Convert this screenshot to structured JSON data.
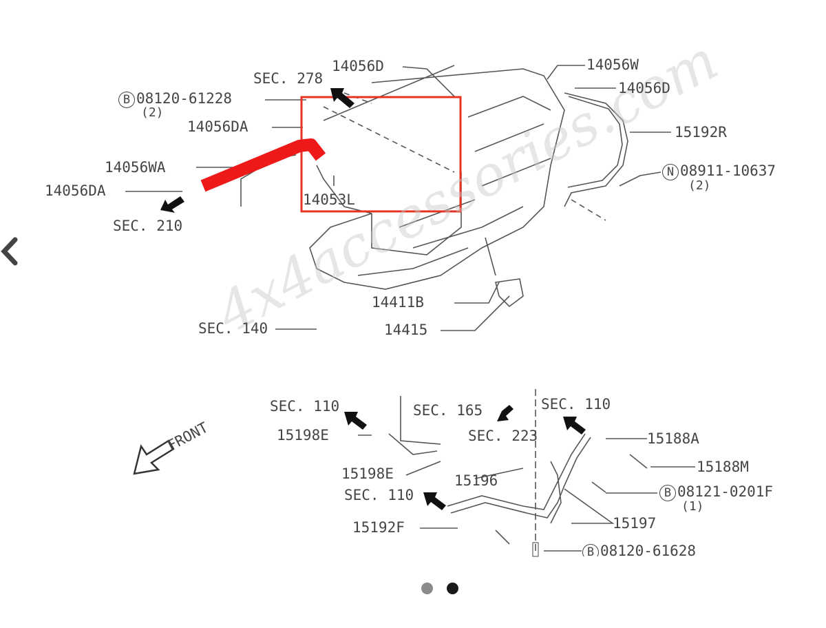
{
  "diagram": {
    "labels_top": {
      "sec278": "SEC. 278",
      "p14056D_top": "14056D",
      "p14056W": "14056W",
      "p14056D_right": "14056D",
      "bolt_08120_61228": "08120-61228",
      "bolt_08120_61228_qty": "(2)",
      "p14056DA_upper": "14056DA",
      "p15192R": "15192R",
      "p14056WA": "14056WA",
      "nut_08911_10637": "08911-10637",
      "nut_08911_10637_qty": "(2)",
      "p14056DA_lower": "14056DA",
      "p14053L": "14053L",
      "sec210": "SEC. 210",
      "p14411B": "14411B",
      "sec140": "SEC. 140",
      "p14415": "14415"
    },
    "labels_bottom": {
      "sec110_a": "SEC. 110",
      "sec165": "SEC. 165",
      "sec110_b": "SEC. 110",
      "p15198E_a": "15198E",
      "sec223": "SEC. 223",
      "p15188A": "15188A",
      "front": "FRONT",
      "p15188M": "15188M",
      "p15198E_b": "15198E",
      "p15196": "15196",
      "sec110_c": "SEC. 110",
      "bolt_08121_0201F": "08121-0201F",
      "bolt_08121_0201F_qty": "(1)",
      "p15192F": "15192F",
      "p15197": "15197",
      "bolt_08120_61628": "08120-61628"
    },
    "markers": {
      "bolt": "B",
      "nut": "N"
    },
    "watermark": "4x4accessories.com",
    "highlight_color": "#e53222",
    "hose_color": "#ee1a1a"
  },
  "carousel": {
    "total": 2,
    "active_index": 2,
    "inactive_color": "#8a8a8a",
    "active_color": "#1a1a1a"
  }
}
